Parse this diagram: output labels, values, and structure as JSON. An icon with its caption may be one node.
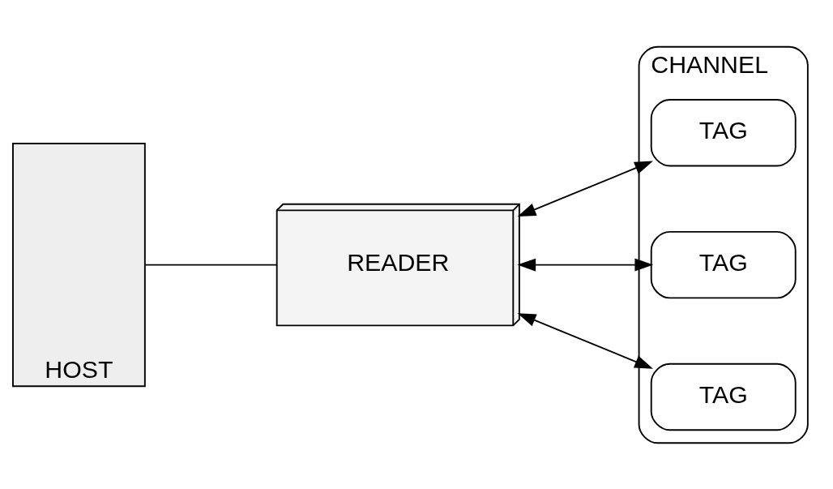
{
  "diagram": {
    "nodes": [
      {
        "text": [
          "HOST"
        ]
      },
      {
        "text": [
          "READER"
        ]
      },
      {
        "text": [
          "CHANNEL"
        ]
      },
      {
        "text": [
          "TAG"
        ],
        "in": 2
      },
      {
        "text": [
          "TAG"
        ],
        "in": 2
      },
      {
        "text": [
          "TAG"
        ],
        "in": 2
      }
    ],
    "edges": [
      {
        "from": 0,
        "to": 1,
        "arrow": "none"
      },
      {
        "from": 1,
        "to": 3,
        "arrow": "both"
      },
      {
        "from": 1,
        "to": 4,
        "arrow": "both"
      },
      {
        "from": 1,
        "to": 5,
        "arrow": "both"
      }
    ]
  }
}
